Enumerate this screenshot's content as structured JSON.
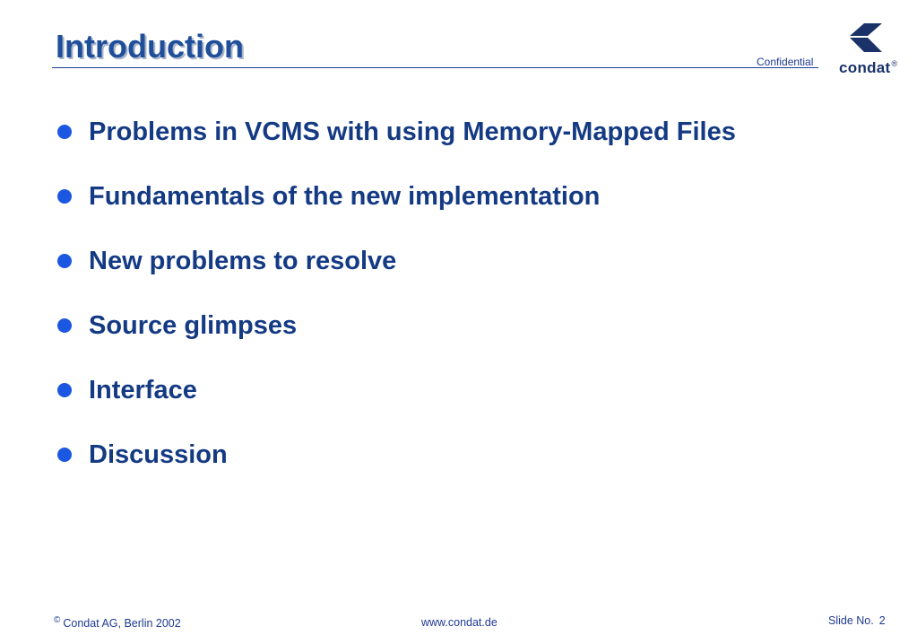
{
  "slide": {
    "title": "Introduction",
    "confidential": "Confidential"
  },
  "logo": {
    "text": "condat",
    "registered": "®",
    "icon": "condat-logo-icon",
    "color": "#1a3268"
  },
  "bullets": [
    {
      "text": "Problems in VCMS with using Memory-Mapped Files"
    },
    {
      "text": "Fundamentals of the new implementation"
    },
    {
      "text": "New problems to resolve"
    },
    {
      "text": "Source glimpses"
    },
    {
      "text": "Interface"
    },
    {
      "text": "Discussion"
    }
  ],
  "footer": {
    "copyright_symbol": "©",
    "company": "Condat AG, Berlin 2002",
    "website": "www.condat.de",
    "slide_label": "Slide No.",
    "slide_number": "2"
  },
  "colors": {
    "title": "#1f4e9a",
    "bullet_dot": "#1b57e0",
    "bullet_text": "#143a84",
    "rule": "#1a3f8f"
  }
}
